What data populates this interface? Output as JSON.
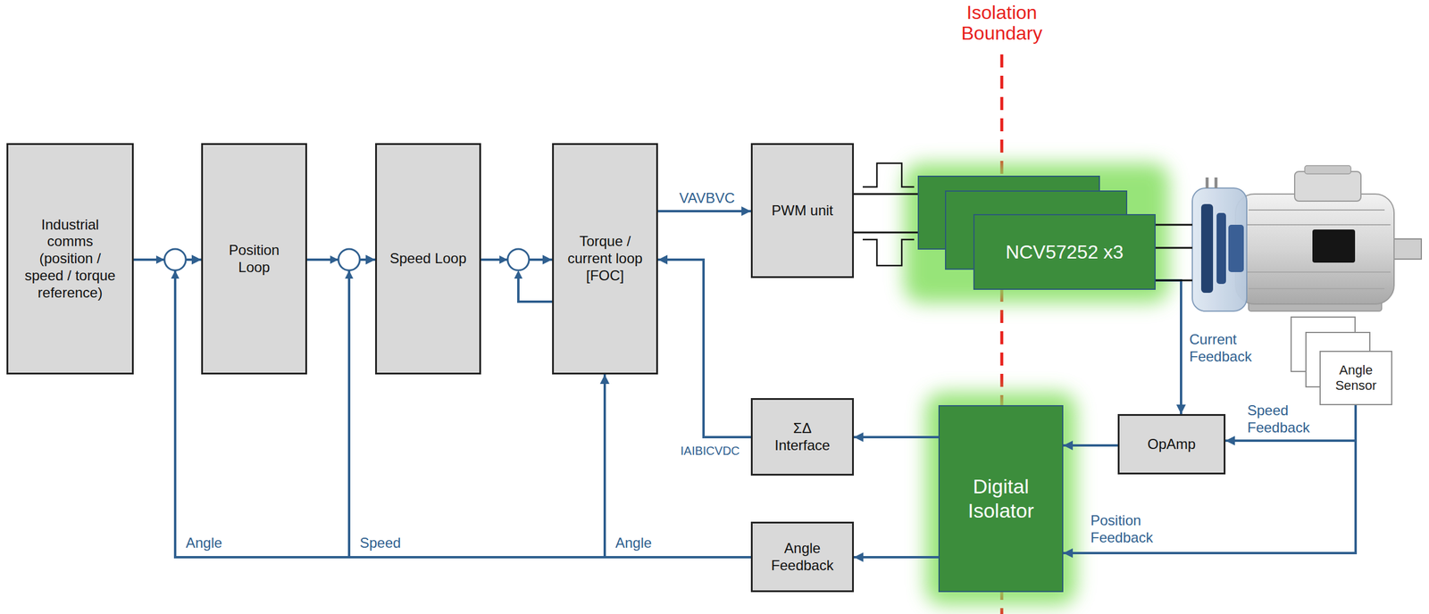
{
  "diagram": {
    "nodes": [
      {
        "text": [
          "Industrial comms (position / speed / torque reference)"
        ]
      },
      {
        "text": [
          "Position Loop"
        ]
      },
      {
        "text": [
          "Speed Loop"
        ]
      },
      {
        "text": [
          "Torque / current loop [FOC]"
        ]
      },
      {
        "text": [
          "PWM unit"
        ]
      },
      {
        "text": [
          "NCV57252 x3"
        ]
      },
      {
        "text": [
          "ΣΔ Interface"
        ]
      },
      {
        "text": [
          "Digital Isolator"
        ]
      },
      {
        "text": [
          "OpAmp"
        ]
      },
      {
        "text": [
          "Angle Feedback"
        ]
      },
      {
        "text": [
          "Angle Sensor"
        ]
      }
    ],
    "edges": [
      {
        "from": 0,
        "to": 1,
        "arrow": "to"
      },
      {
        "from": 1,
        "to": 2,
        "arrow": "to"
      },
      {
        "from": 2,
        "to": 3,
        "arrow": "to"
      },
      {
        "from": 3,
        "to": 4,
        "label": "VAVBVC",
        "arrow": "to"
      },
      {
        "from": 4,
        "to": 5,
        "arrow": "none"
      },
      {
        "from": 4,
        "to": 5,
        "arrow": "none"
      },
      {
        "from": 5,
        "to": 8,
        "label": "Current Feedback",
        "arrow": "to"
      },
      {
        "from": 10,
        "to": 8,
        "label": "Speed Feedback",
        "arrow": "to"
      },
      {
        "from": 10,
        "to": 7,
        "label": "Position Feedback",
        "arrow": "to"
      },
      {
        "from": 8,
        "to": 7,
        "arrow": "to"
      },
      {
        "from": 7,
        "to": 6,
        "arrow": "to"
      },
      {
        "from": 7,
        "to": 9,
        "arrow": "to"
      },
      {
        "from": 6,
        "to": 3,
        "label": "IAIBICVDC",
        "arrow": "to"
      },
      {
        "from": 9,
        "to": 1,
        "label": "Angle",
        "arrow": "to"
      },
      {
        "from": 9,
        "to": 2,
        "label": "Speed",
        "arrow": "to"
      },
      {
        "from": 9,
        "to": 3,
        "label": "Angle",
        "arrow": "to"
      }
    ],
    "labels": [
      "Isolation Boundary"
    ]
  }
}
